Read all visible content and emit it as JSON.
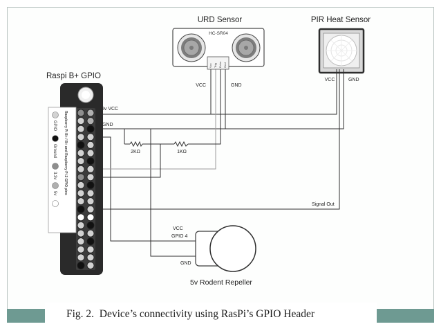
{
  "caption": "Fig. 2.  Device’s connectivity using RasPi’s GPIO Header",
  "colors": {
    "band": "#6e9a92"
  },
  "gpio": {
    "title": "Raspi B+ GPIO",
    "legend_title": "Raspberry Pi B+ / B+ and Raspberry Pi 2 GPIO pins",
    "legend": [
      {
        "label": "GPIO",
        "color": "#d2d2d2"
      },
      {
        "label": "Ground",
        "color": "#111111"
      },
      {
        "label": "3.3v",
        "color": "#8e8e8e"
      },
      {
        "label": "5v",
        "color": "#b0b0b0"
      },
      {
        "color": "#ffffff"
      }
    ],
    "pin_colors": [
      [
        "#8e8e8e",
        "#b0b0b0"
      ],
      [
        "#d2d2d2",
        "#b0b0b0"
      ],
      [
        "#d2d2d2",
        "#111111"
      ],
      [
        "#d2d2d2",
        "#d2d2d2"
      ],
      [
        "#111111",
        "#d2d2d2"
      ],
      [
        "#d2d2d2",
        "#d2d2d2"
      ],
      [
        "#d2d2d2",
        "#111111"
      ],
      [
        "#d2d2d2",
        "#d2d2d2"
      ],
      [
        "#8e8e8e",
        "#d2d2d2"
      ],
      [
        "#d2d2d2",
        "#111111"
      ],
      [
        "#d2d2d2",
        "#d2d2d2"
      ],
      [
        "#d2d2d2",
        "#d2d2d2"
      ],
      [
        "#111111",
        "#d2d2d2"
      ],
      [
        "#ffffff",
        "#ffffff"
      ],
      [
        "#d2d2d2",
        "#111111"
      ],
      [
        "#d2d2d2",
        "#d2d2d2"
      ],
      [
        "#d2d2d2",
        "#111111"
      ],
      [
        "#d2d2d2",
        "#d2d2d2"
      ],
      [
        "#d2d2d2",
        "#d2d2d2"
      ],
      [
        "#111111",
        "#d2d2d2"
      ]
    ]
  },
  "urd_sensor": {
    "title": "URD Sensor",
    "model": "HC-SR04",
    "pins": [
      "Vcc",
      "Trig",
      "Echo",
      "Gnd"
    ],
    "vcc_label": "VCC",
    "gnd_label": "GND"
  },
  "pir_sensor": {
    "title": "PIR Heat Sensor",
    "vcc_label": "VCC",
    "gnd_label": "GND"
  },
  "wires": {
    "vcc5_label": "5v VCC",
    "gnd_label": "GND",
    "signal_label": "Signal Out"
  },
  "resistors": {
    "r1": "2KΩ",
    "r2": "1KΩ"
  },
  "repeller": {
    "title": "5v Rodent Repeller",
    "vcc_label": "VCC",
    "gpio_label": "GPIO 4",
    "gnd_label": "GND"
  }
}
